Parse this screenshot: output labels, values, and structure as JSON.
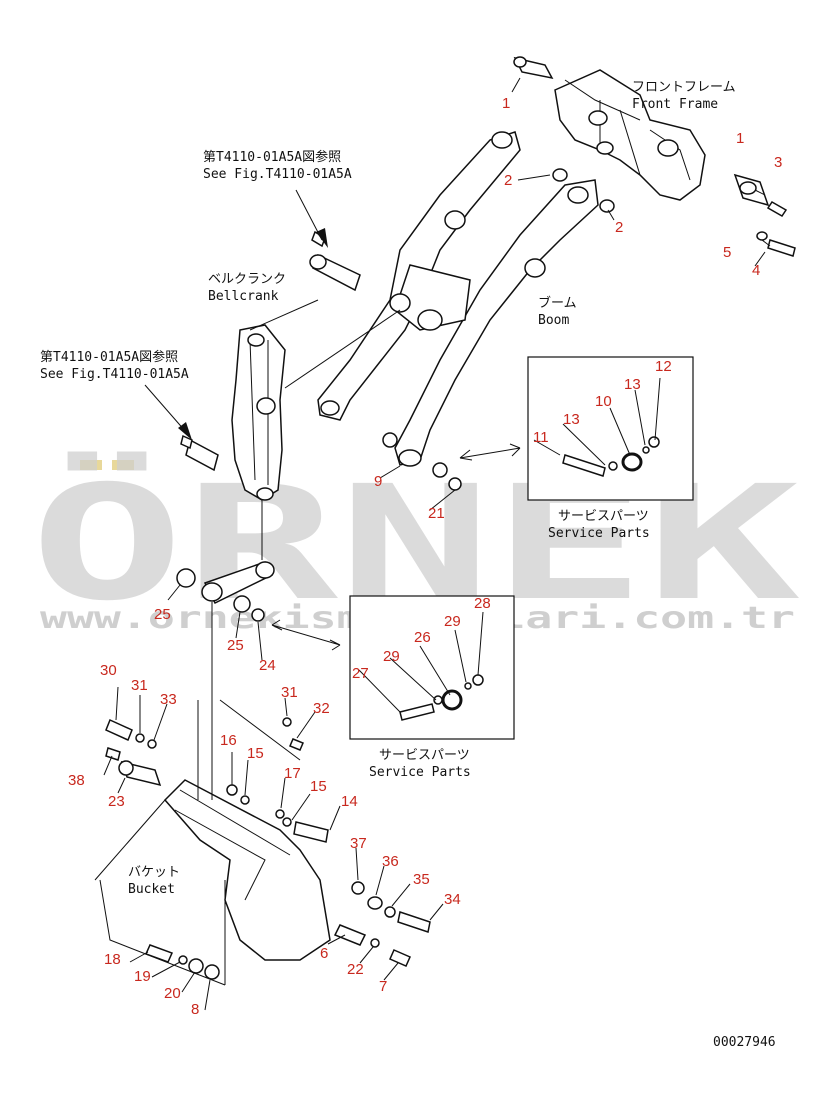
{
  "labels": {
    "front_frame_jp": "フロントフレーム",
    "front_frame_en": "Front Frame",
    "see_fig_jp_1": "第T4110-01A5A図参照",
    "see_fig_en_1": "See Fig.T4110-01A5A",
    "bellcrank_jp": "ベルクランク",
    "bellcrank_en": "Bellcrank",
    "boom_jp": "ブーム",
    "boom_en": "Boom",
    "see_fig_jp_2": "第T4110-01A5A図参照",
    "see_fig_en_2": "See Fig.T4110-01A5A",
    "service_jp_1": "サービスパーツ",
    "service_en_1": "Service Parts",
    "service_jp_2": "サービスパーツ",
    "service_en_2": "Service Parts",
    "bucket_jp": "バケット",
    "bucket_en": "Bucket",
    "drawing_no": "00027946"
  },
  "watermark": {
    "brand": "ÖRNEK",
    "url": "www.orneкismakinalari.com.tr"
  },
  "callouts": {
    "c1a": "1",
    "c1b": "1",
    "c2a": "2",
    "c2b": "2",
    "c3": "3",
    "c4": "4",
    "c5": "5",
    "c6": "6",
    "c7": "7",
    "c8": "8",
    "c9": "9",
    "c10": "10",
    "c11": "11",
    "c12": "12",
    "c13a": "13",
    "c13b": "13",
    "c14": "14",
    "c15a": "15",
    "c15b": "15",
    "c16": "16",
    "c17": "17",
    "c18": "18",
    "c19": "19",
    "c20": "20",
    "c21": "21",
    "c22": "22",
    "c23": "23",
    "c24": "24",
    "c25a": "25",
    "c25b": "25",
    "c26": "26",
    "c27": "27",
    "c28": "28",
    "c29a": "29",
    "c29b": "29",
    "c30": "30",
    "c31a": "31",
    "c31b": "31",
    "c32": "32",
    "c33": "33",
    "c34": "34",
    "c35": "35",
    "c36": "36",
    "c37": "37",
    "c38": "38"
  },
  "colors": {
    "callout": "#c8281e",
    "watermark": "#c8c8c8",
    "watermark_accent": "#e8d89a",
    "line": "#111111"
  }
}
